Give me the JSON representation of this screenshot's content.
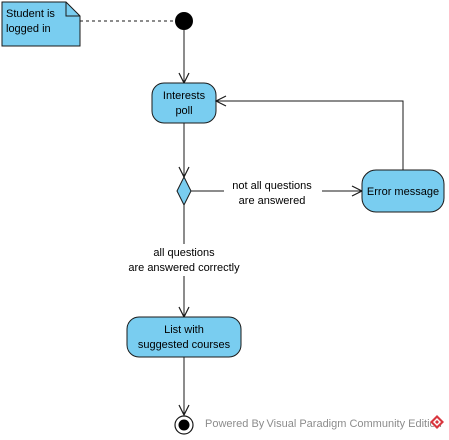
{
  "diagram": {
    "note": {
      "line1": "Student is",
      "line2": "logged in"
    },
    "activities": {
      "interests_poll": {
        "line1": "Interests",
        "line2": "poll"
      },
      "error_message": {
        "label": "Error message"
      },
      "suggested_courses": {
        "line1": "List with",
        "line2": "suggested courses"
      }
    },
    "guards": {
      "not_all_answered": {
        "line1": "not all questions",
        "line2": "are answered"
      },
      "all_answered": {
        "line1": "all questions",
        "line2": "are answered correctly"
      }
    },
    "watermark": {
      "text": "Powered By Visual Paradigm Community Edition"
    },
    "colors": {
      "activity_fill": "#79cdf0",
      "note_fill": "#79cdf0",
      "stroke": "#1a1a1a"
    }
  }
}
